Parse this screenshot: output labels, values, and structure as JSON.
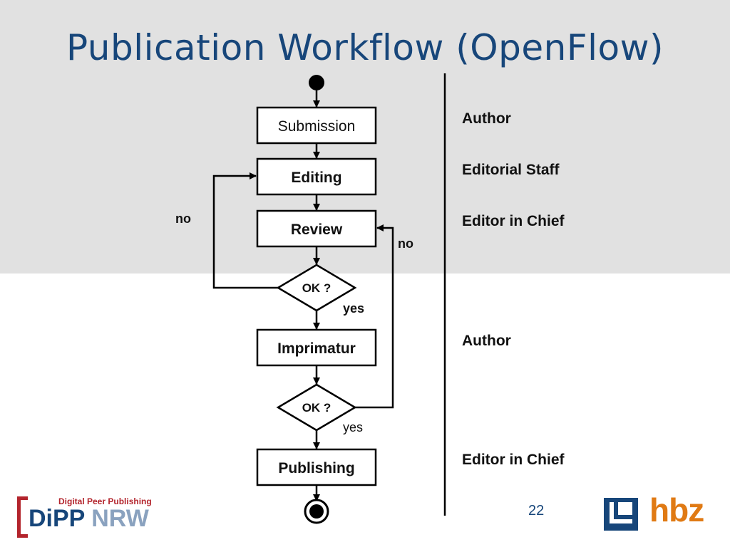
{
  "title": "Publication Workflow (OpenFlow)",
  "page_number": "22",
  "steps": {
    "submission": "Submission",
    "editing": "Editing",
    "review": "Review",
    "decision1": "OK ?",
    "imprimatur": "Imprimatur",
    "decision2": "OK ?",
    "publishing": "Publishing"
  },
  "branch_labels": {
    "no_left": "no",
    "yes_1": "yes",
    "no_right": "no",
    "yes_2": "yes"
  },
  "roles": [
    "Author",
    "Editorial Staff",
    "Editor in Chief",
    "Author",
    "Editor in Chief"
  ],
  "logos": {
    "dipp_subtitle": "Digital Peer Publishing",
    "dipp_name_1": "DiPP",
    "dipp_name_2": "NRW",
    "hbz": "hbz"
  },
  "colors": {
    "title": "#17467a",
    "band": "#e1e1e1",
    "dipp_red": "#b3242c",
    "hbz_orange": "#e07a14",
    "hbz_blue": "#17467a"
  }
}
